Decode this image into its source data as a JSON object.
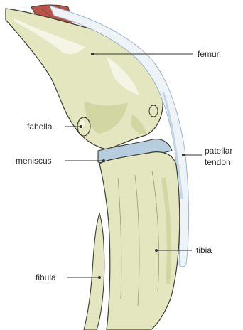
{
  "labels": {
    "femur": "femur",
    "fabella": "fabella",
    "meniscus": "meniscus",
    "patellar_line1": "patellar",
    "patellar_line2": "tendon",
    "tibia": "tibia",
    "fibula": "fibula"
  },
  "colors": {
    "bone": "#e3e6bf",
    "bone_shadow": "#d2d6a3",
    "bone_highlight": "#f4f5e4",
    "bone_outline": "#3c3c30",
    "meniscus": "#b6cde0",
    "tendon": "#eef3f7",
    "tendon_edge": "#c4d6e4",
    "muscle": "#b8544a"
  }
}
